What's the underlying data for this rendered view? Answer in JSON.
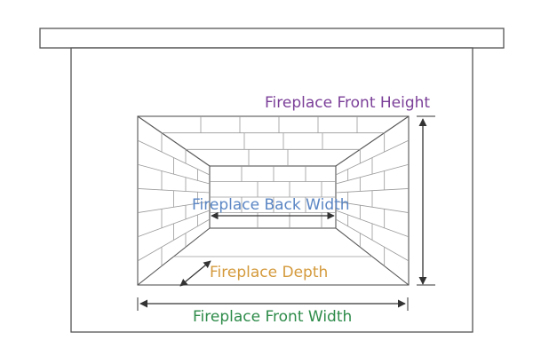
{
  "labels": {
    "front_height": "Fireplace Front Height",
    "back_width": "Fireplace Back Width",
    "depth": "Fireplace Depth",
    "front_width": "Fireplace Front Width"
  },
  "colors": {
    "front_height": "#7b3f98",
    "back_width": "#5b86c4",
    "depth": "#d49a3c",
    "front_width": "#2e8b4a",
    "lines": "#555555",
    "bricks": "#9a9a9a"
  }
}
